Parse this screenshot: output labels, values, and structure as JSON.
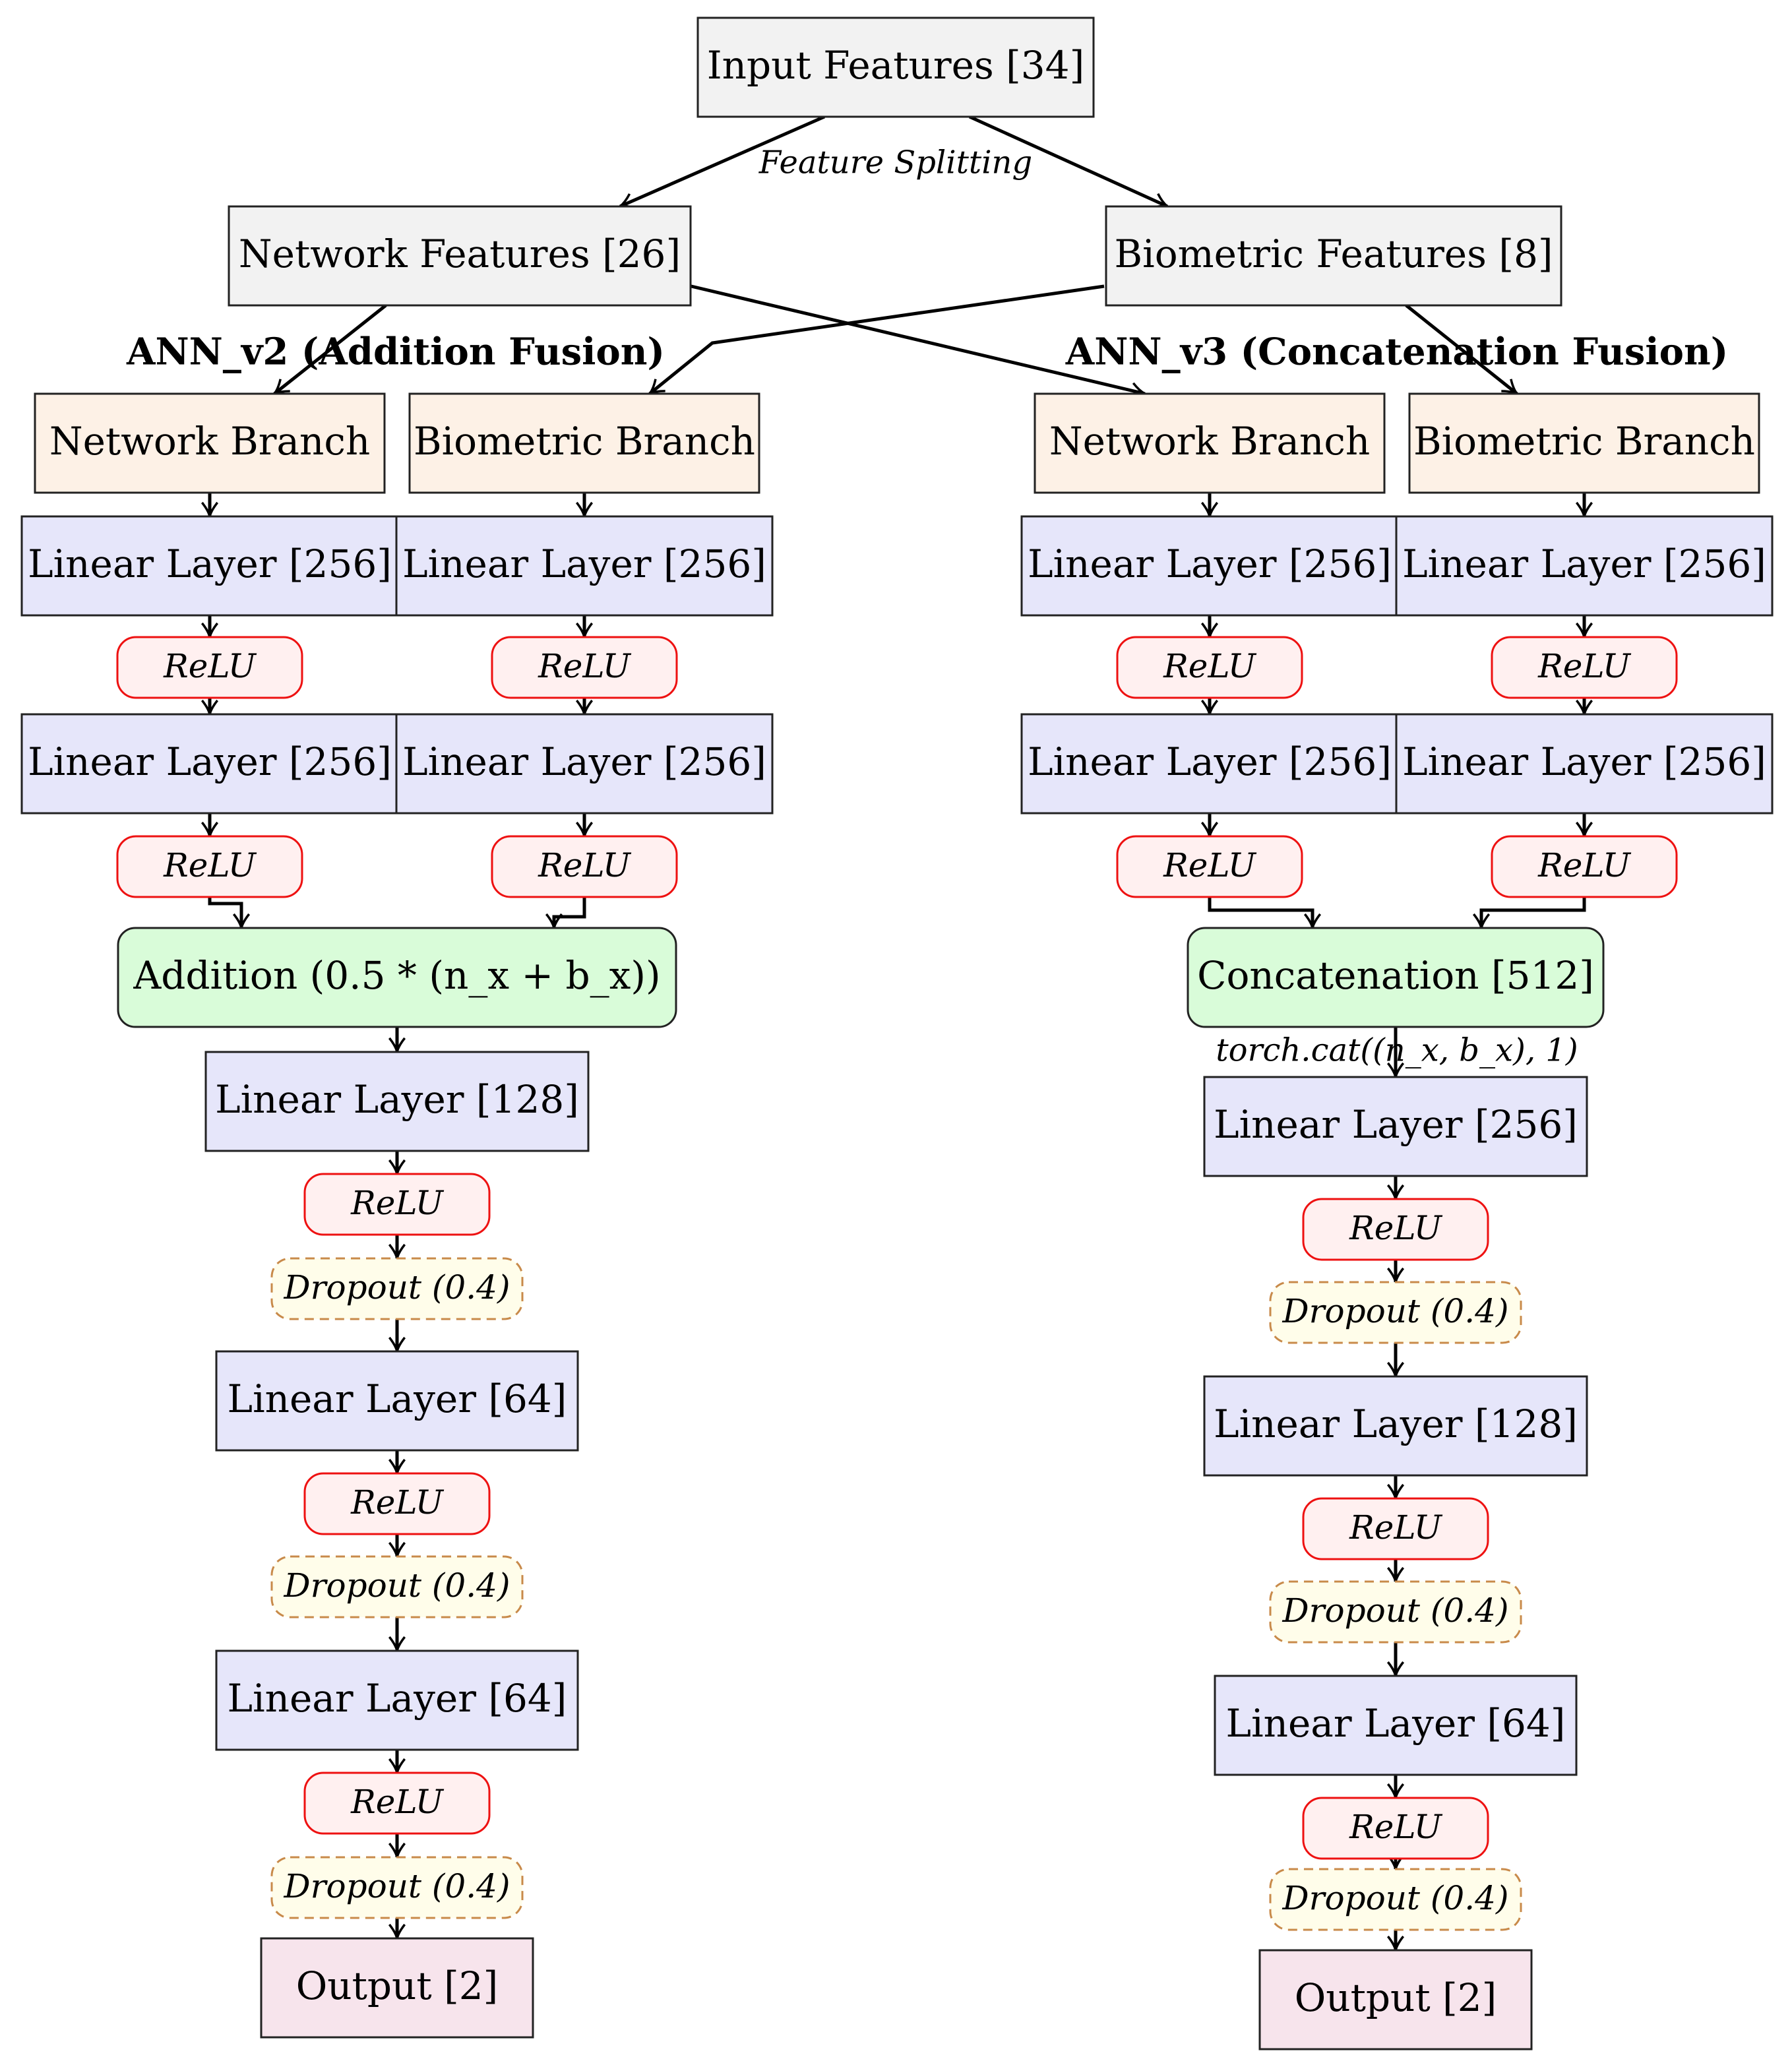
{
  "colors": {
    "input": "#f2f2f2",
    "branch": "#fdf1e6",
    "linear": "#e6e6fa",
    "relu_fill": "#fff0f0",
    "relu_stroke": "#ee1111",
    "dropout_fill": "#fffdea",
    "dropout_stroke": "#c88a4a",
    "fusion": "#d9fcd9",
    "output": "#f7e4ec"
  },
  "labels": {
    "input": "Input Features [34]",
    "split": "Feature Splitting",
    "network_features": "Network Features [26]",
    "biometric_features": "Biometric Features [8]",
    "title_v2": "ANN_v2 (Addition Fusion)",
    "title_v3": "ANN_v3 (Concatenation Fusion)",
    "network_branch": "Network Branch",
    "biometric_branch": "Biometric Branch",
    "linear_256": "Linear Layer [256]",
    "linear_128": "Linear Layer [128]",
    "linear_64": "Linear Layer [64]",
    "relu": "ReLU",
    "dropout": "Dropout (0.4)",
    "addition": "Addition (0.5 * (n_x + b_x))",
    "concatenation": "Concatenation [512]",
    "concat_note": "torch.cat((n_x, b_x), 1)",
    "output": "Output [2]"
  }
}
